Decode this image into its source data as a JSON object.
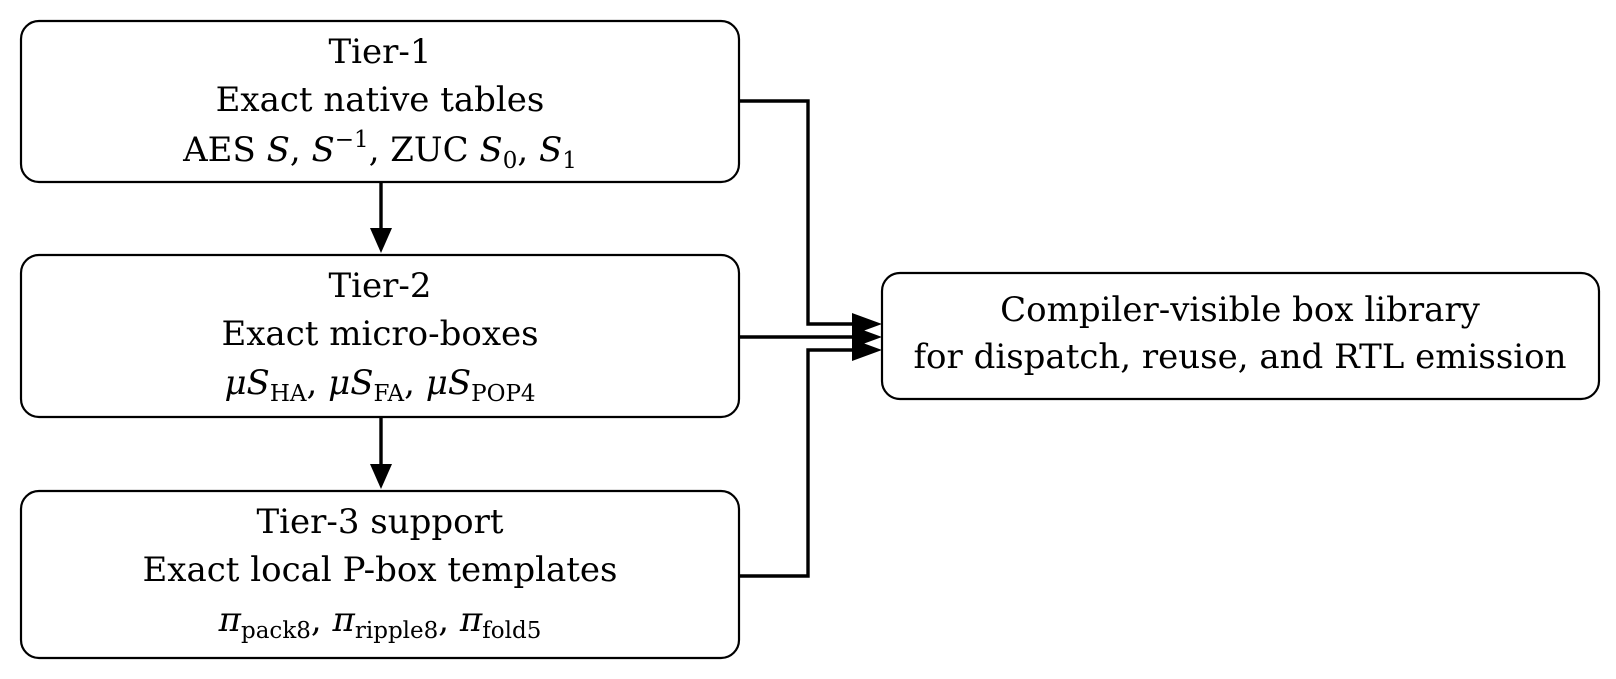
{
  "tier1": {
    "title": "Tier-1",
    "subtitle": "Exact native tables",
    "detail": {
      "aes": "AES ",
      "s": "S",
      "comma": ", ",
      "sinv": "S",
      "sinv_exp": "−1",
      "zuc": ", ZUC ",
      "s0": "S",
      "s0_sub": "0",
      "comma2": ", ",
      "s1": "S",
      "s1_sub": "1"
    }
  },
  "tier2": {
    "title": "Tier-2",
    "subtitle": "Exact micro-boxes",
    "detail": {
      "mu": "μS",
      "ha": "HA",
      "fa": "FA",
      "pop4": "POP4",
      "sep": ", "
    }
  },
  "tier3": {
    "title": "Tier-3 support",
    "subtitle": "Exact local P-box templates",
    "detail": {
      "pi": "π",
      "pack8": "pack8",
      "ripple8": "ripple8",
      "fold5": "fold5",
      "sep": ", "
    }
  },
  "target": {
    "line1": "Compiler-visible box library",
    "line2": "for dispatch, reuse, and RTL emission"
  }
}
